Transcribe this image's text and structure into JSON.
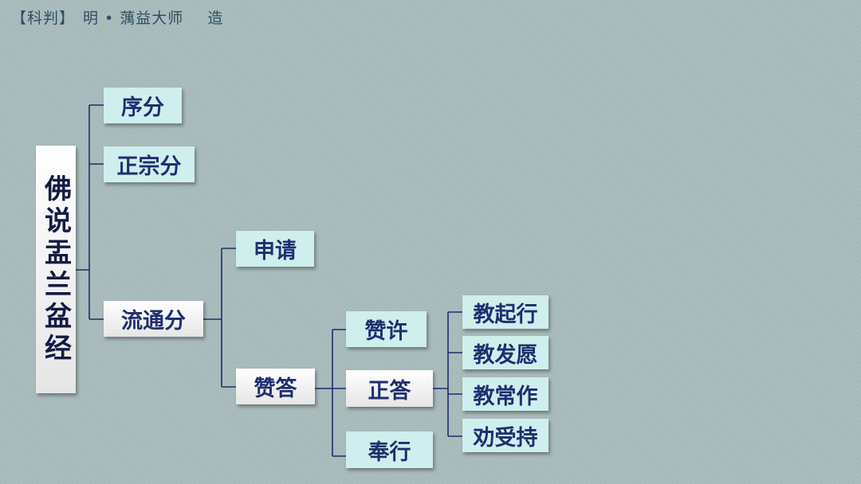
{
  "header": {
    "bracket_title": "【科判】",
    "author": "明 • 蕅益大师",
    "made": "造"
  },
  "root": {
    "label": "佛说盂兰盆经"
  },
  "level1": [
    "序分",
    "正宗分",
    "流通分"
  ],
  "liutong_children": [
    "申请",
    "赞答"
  ],
  "zanda_children": [
    "赞许",
    "正答",
    "奉行"
  ],
  "zhengda_children": [
    "教起行",
    "教发愿",
    "教常作",
    "劝受持"
  ],
  "colors": {
    "background": "#a9bcbd",
    "box_cyan": "#cfeeee",
    "text": "#1f2f6e",
    "line": "#1c2e6a"
  }
}
